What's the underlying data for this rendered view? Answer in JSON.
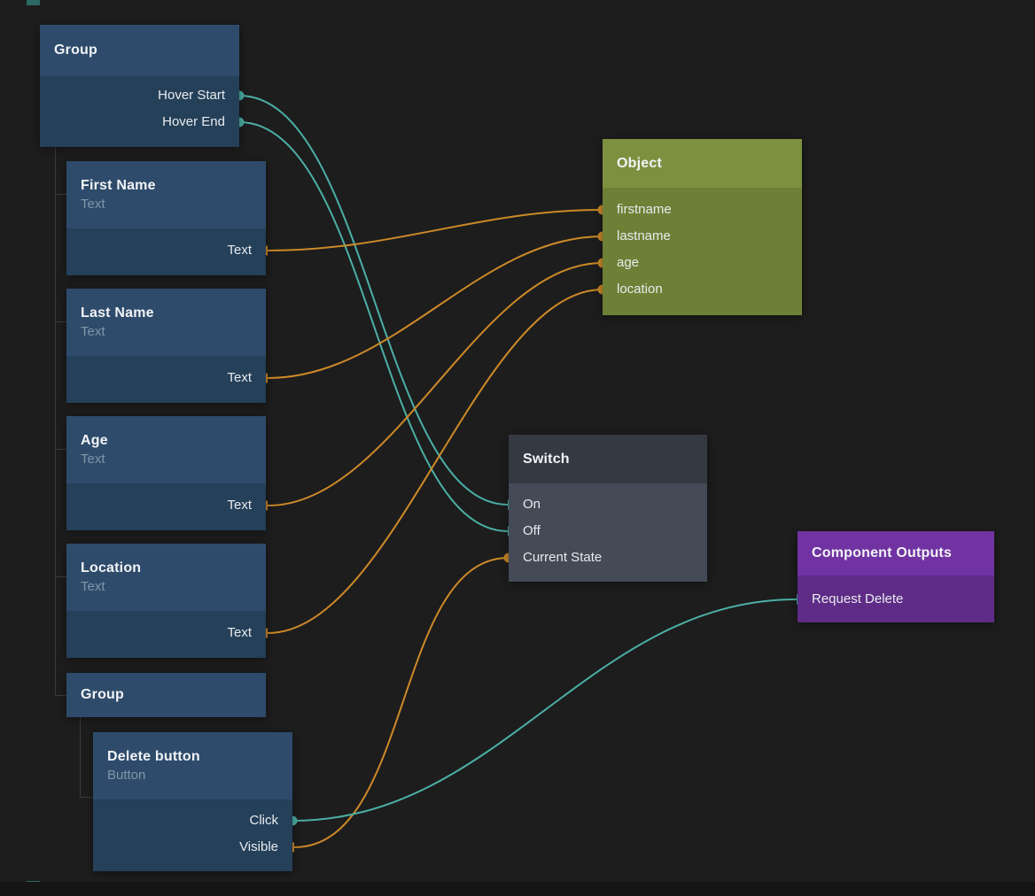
{
  "canvas": {
    "background": "#1d1d1d",
    "edge_colors": {
      "teal": "#4bafa5",
      "orange": "#cd8928"
    },
    "node_colors": {
      "blue_header": "#2e4b6b",
      "blue_body": "#254059",
      "olive_header": "#7c9040",
      "olive_body": "#6d8036",
      "slate_header": "#353942",
      "slate_body": "#444a56",
      "purple_header": "#7133a2",
      "purple_body": "#5e2c86",
      "subtitle_text": "#8096a9"
    }
  },
  "nodes": {
    "group_top": {
      "title": "Group",
      "ports": [
        "Hover Start",
        "Hover End"
      ]
    },
    "first_name": {
      "title": "First Name",
      "subtitle": "Text",
      "ports": [
        "Text"
      ]
    },
    "last_name": {
      "title": "Last Name",
      "subtitle": "Text",
      "ports": [
        "Text"
      ]
    },
    "age": {
      "title": "Age",
      "subtitle": "Text",
      "ports": [
        "Text"
      ]
    },
    "location": {
      "title": "Location",
      "subtitle": "Text",
      "ports": [
        "Text"
      ]
    },
    "group_bottom": {
      "title": "Group"
    },
    "delete_button": {
      "title": "Delete button",
      "subtitle": "Button",
      "ports": [
        "Click",
        "Visible"
      ]
    },
    "object": {
      "title": "Object",
      "ports": [
        "firstname",
        "lastname",
        "age",
        "location"
      ]
    },
    "switch": {
      "title": "Switch",
      "ports": [
        "On",
        "Off",
        "Current State"
      ]
    },
    "component_outputs": {
      "title": "Component Outputs",
      "ports": [
        "Request Delete"
      ]
    }
  },
  "connections": [
    {
      "from": "Group / Hover Start",
      "to": "Switch / On",
      "color": "teal"
    },
    {
      "from": "Group / Hover End",
      "to": "Switch / Off",
      "color": "teal"
    },
    {
      "from": "Object / firstname",
      "to": "First Name / Text",
      "color": "orange"
    },
    {
      "from": "Object / lastname",
      "to": "Last Name / Text",
      "color": "orange"
    },
    {
      "from": "Object / age",
      "to": "Age / Text",
      "color": "orange"
    },
    {
      "from": "Object / location",
      "to": "Location / Text",
      "color": "orange"
    },
    {
      "from": "Switch / Current State",
      "to": "Delete button / Visible",
      "color": "orange"
    },
    {
      "from": "Delete button / Click",
      "to": "Component Outputs / Request Delete",
      "color": "teal"
    }
  ]
}
